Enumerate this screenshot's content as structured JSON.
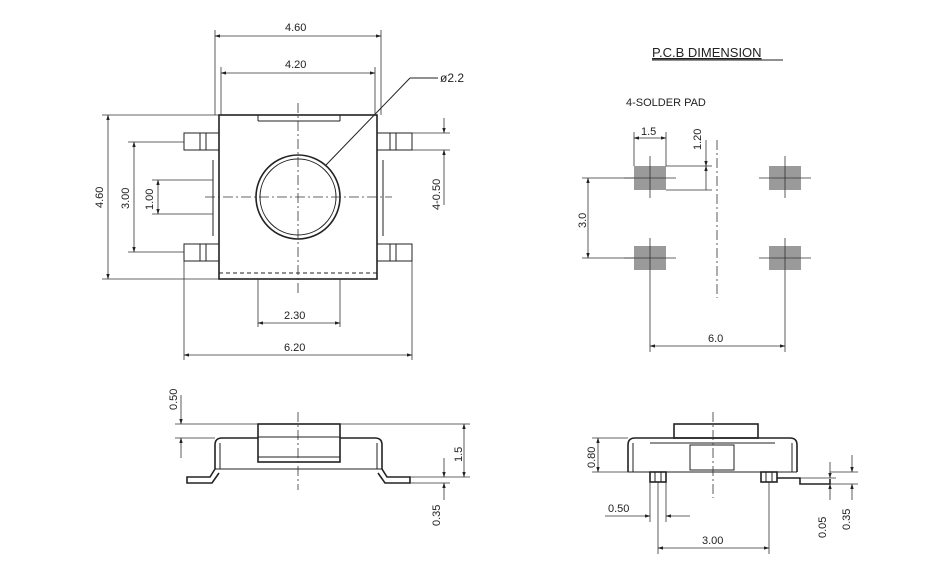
{
  "top_view": {
    "width_outer": "4.60",
    "width_inner": "4.20",
    "height": "4.60",
    "pin_pitch": "3.00",
    "pin_width": "1.00",
    "pin_lead": "4-0.50",
    "button_diameter": "ø2.2",
    "button_width": "2.30",
    "overall_width": "6.20"
  },
  "pcb": {
    "title": "P.C.B DIMENSION",
    "subtitle": "4-SOLDER PAD",
    "pad_width": "1.5",
    "pad_height": "1.20",
    "pad_pitch_v": "3.0",
    "pad_pitch_h": "6.0"
  },
  "side_view_left": {
    "top_height": "0.50",
    "total_height": "1.5",
    "lead_height": "0.35"
  },
  "side_view_right": {
    "body_height": "0.80",
    "lead_width": "0.50",
    "lead_pitch": "3.00",
    "lead_thickness": "0.05",
    "lead_height": "0.35"
  },
  "colors": {
    "line": "#222222",
    "pad_fill": "#9a9a9a",
    "background": "#ffffff"
  }
}
